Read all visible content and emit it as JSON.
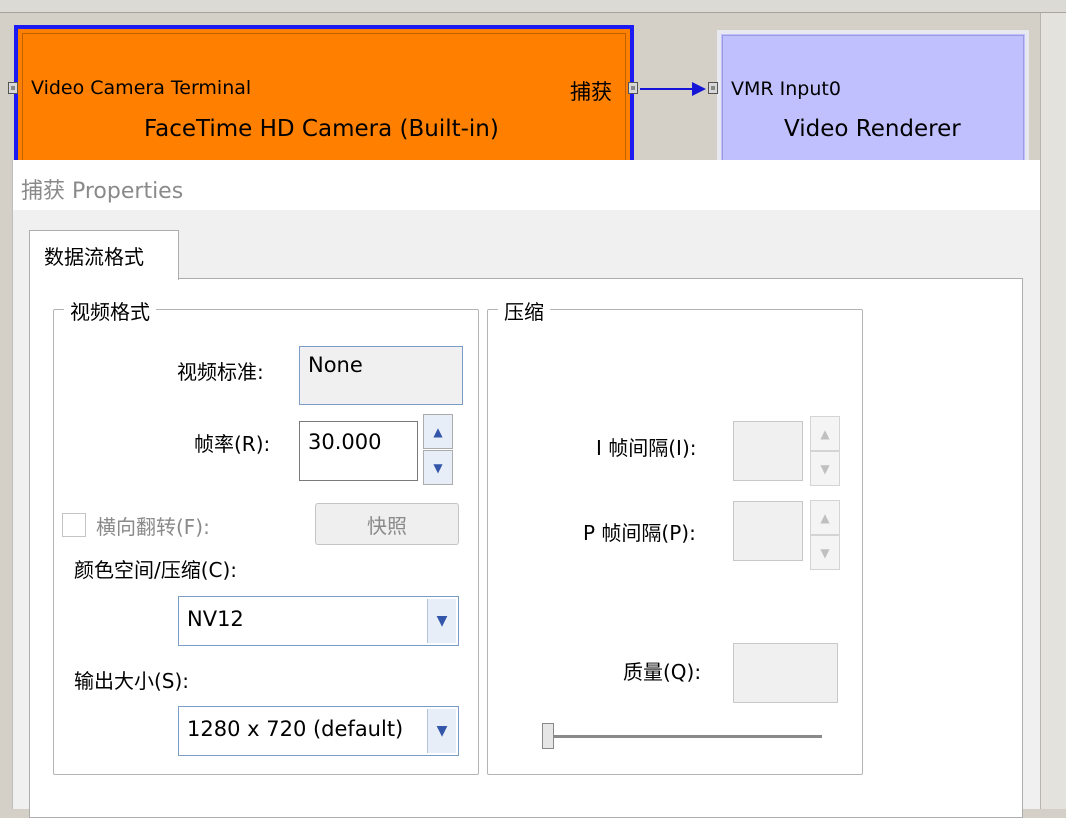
{
  "graph": {
    "camera_filter": {
      "pin_in_label": "Video Camera Terminal",
      "pin_out_label": "捕获",
      "name": "FaceTime HD Camera (Built-in)",
      "color": "#ff8000",
      "selected_border": "#1b1bf2"
    },
    "renderer_filter": {
      "pin_in_label": "VMR Input0",
      "name": "Video Renderer",
      "color": "#c0c0ff"
    },
    "connection_color": "#1515d8"
  },
  "dialog": {
    "title": "捕获 Properties",
    "tab": "数据流格式",
    "video_format": {
      "legend": "视频格式",
      "standard_label": "视频标准:",
      "standard_value": "None",
      "framerate_label": "帧率(R):",
      "framerate_value": "30.000",
      "flip_label": "横向翻转(F):",
      "flip_checked": false,
      "snapshot_label": "快照",
      "colorspace_label": "颜色空间/压缩(C):",
      "colorspace_value": "NV12",
      "output_size_label": "输出大小(S):",
      "output_size_value": "1280 x 720  (default)"
    },
    "compression": {
      "legend": "压缩",
      "i_frame_label": "I 帧间隔(I):",
      "p_frame_label": "P 帧间隔(P):",
      "quality_label": "质量(Q):",
      "quality_level": 0
    }
  }
}
